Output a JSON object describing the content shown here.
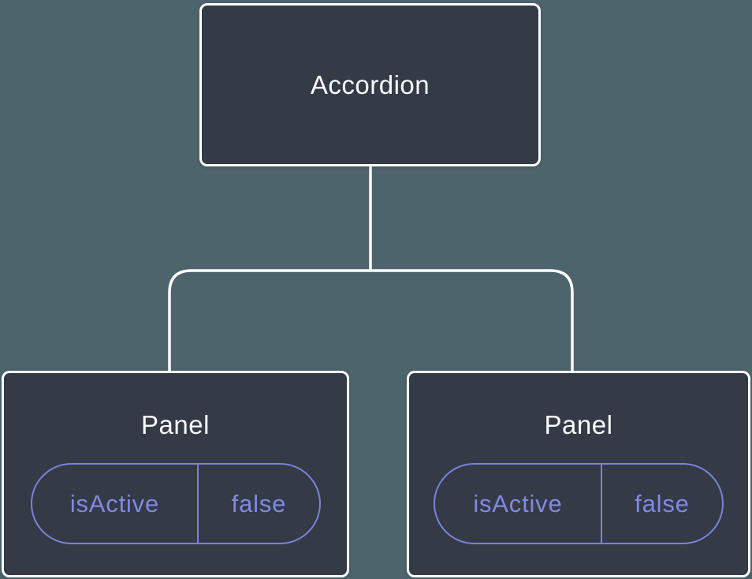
{
  "diagram": {
    "description": "Component tree: Accordion parent with two Panel children holding state",
    "root": {
      "label": "Accordion"
    },
    "children": [
      {
        "label": "Panel",
        "state": {
          "key": "isActive",
          "value": "false"
        }
      },
      {
        "label": "Panel",
        "state": {
          "key": "isActive",
          "value": "false"
        }
      }
    ],
    "colors": {
      "background": "#4E646C",
      "node_fill": "#343A46",
      "node_border": "#FFFFFF",
      "node_title": "#FAFBFC",
      "connector": "#FFFFFF",
      "state_text": "#8189E2",
      "state_border": "#7C82DB"
    }
  }
}
